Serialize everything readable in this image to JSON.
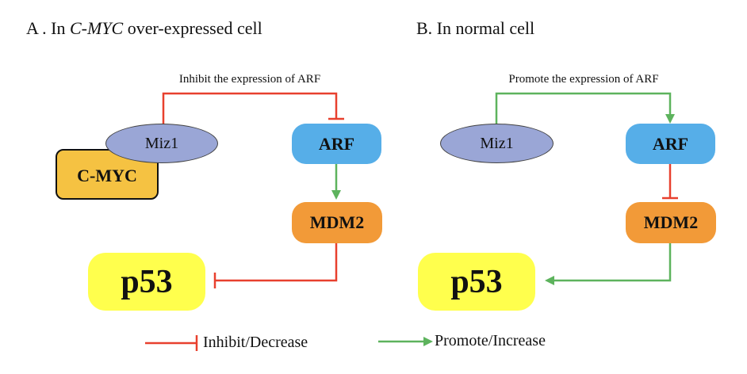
{
  "colors": {
    "inhibit": "#E8402E",
    "promote": "#5DB35D",
    "miz1": "#9AA6D6",
    "arf": "#56AEE8",
    "mdm2": "#F29A38",
    "cmyc": "#F5C242",
    "p53": "#FFFF4D"
  },
  "panel_a": {
    "title_prefix": "A . In ",
    "title_italic": "C-MYC",
    "title_suffix": " over-expressed cell",
    "edge_label": "Inhibit the expression of ARF",
    "miz1": "Miz1",
    "cmyc": "C-MYC",
    "arf": "ARF",
    "mdm2": "MDM2",
    "p53": "p53"
  },
  "panel_b": {
    "title": "B. In normal cell",
    "edge_label": "Promote the expression of ARF",
    "miz1": "Miz1",
    "arf": "ARF",
    "mdm2": "MDM2",
    "p53": "p53"
  },
  "legend": {
    "inhibit_label": "Inhibit/Decrease",
    "promote_label": "Promote/Increase"
  }
}
